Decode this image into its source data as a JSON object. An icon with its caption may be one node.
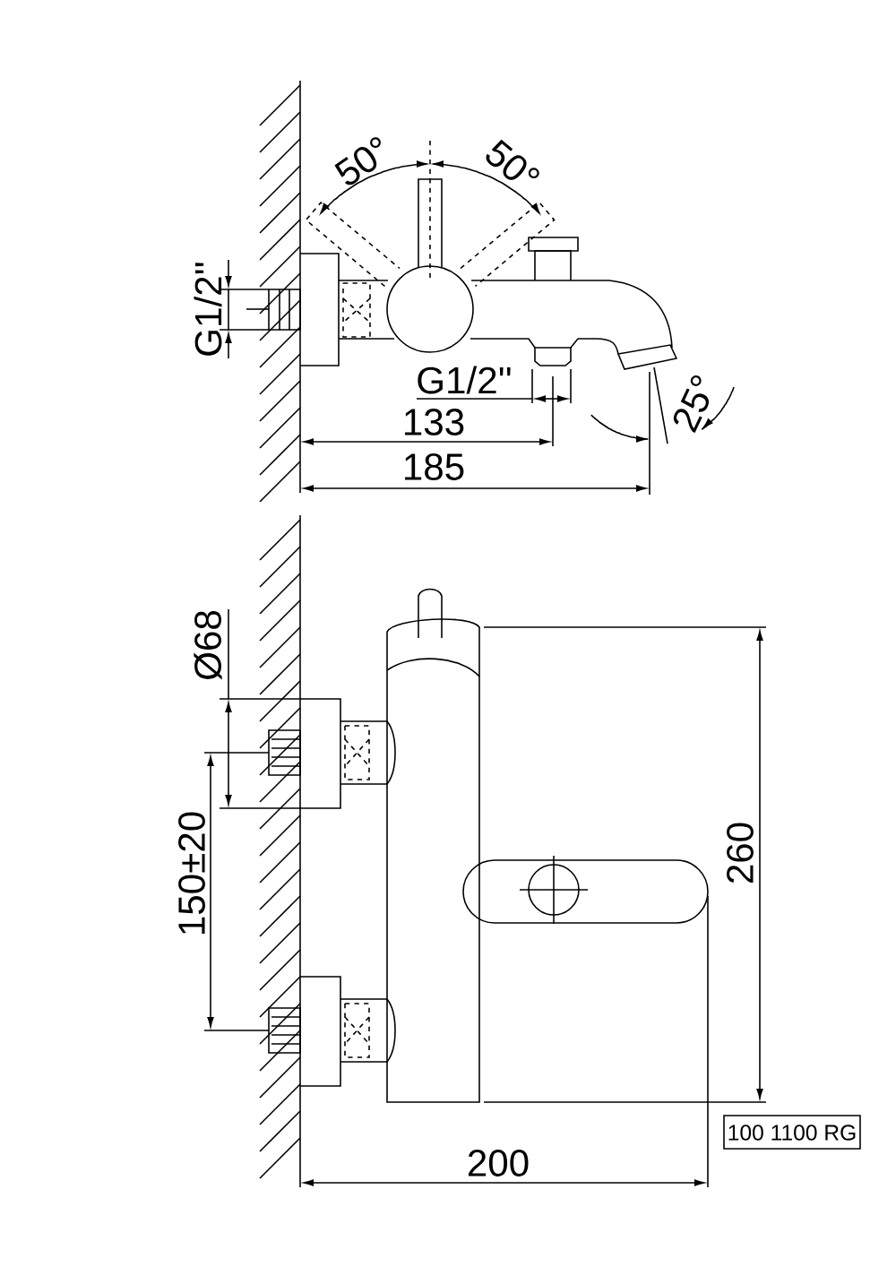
{
  "diagram": {
    "labels": [
      "50°",
      "50°",
      "G1/2''",
      "G1/2''",
      "133",
      "185",
      "25°",
      "Ø68",
      "150±20",
      "260",
      "200",
      "100 1100 RG"
    ]
  }
}
